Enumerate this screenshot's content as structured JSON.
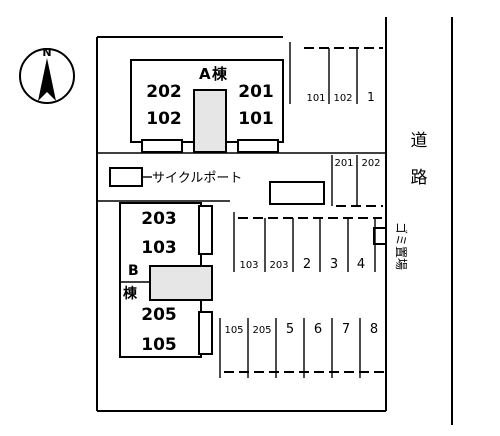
{
  "compass": {
    "north_label": "N"
  },
  "building_a": {
    "label_letter": "A",
    "label_kanji": "棟",
    "units": [
      "202",
      "102",
      "201",
      "101"
    ]
  },
  "building_b": {
    "label_letter": "B",
    "label_kanji": "棟",
    "units": [
      "203",
      "103",
      "205",
      "105"
    ]
  },
  "cycle_port_label": "サイクルポート",
  "road_label": [
    "道",
    "路"
  ],
  "garbage_label": "ゴミ置場",
  "parking_top": [
    "101",
    "102",
    "1"
  ],
  "parking_mid_right": [
    "201",
    "202"
  ],
  "parking_center_row": [
    "103",
    "203",
    "2",
    "3",
    "4"
  ],
  "parking_bottom_row": [
    "105",
    "205",
    "5",
    "6",
    "7",
    "8"
  ]
}
